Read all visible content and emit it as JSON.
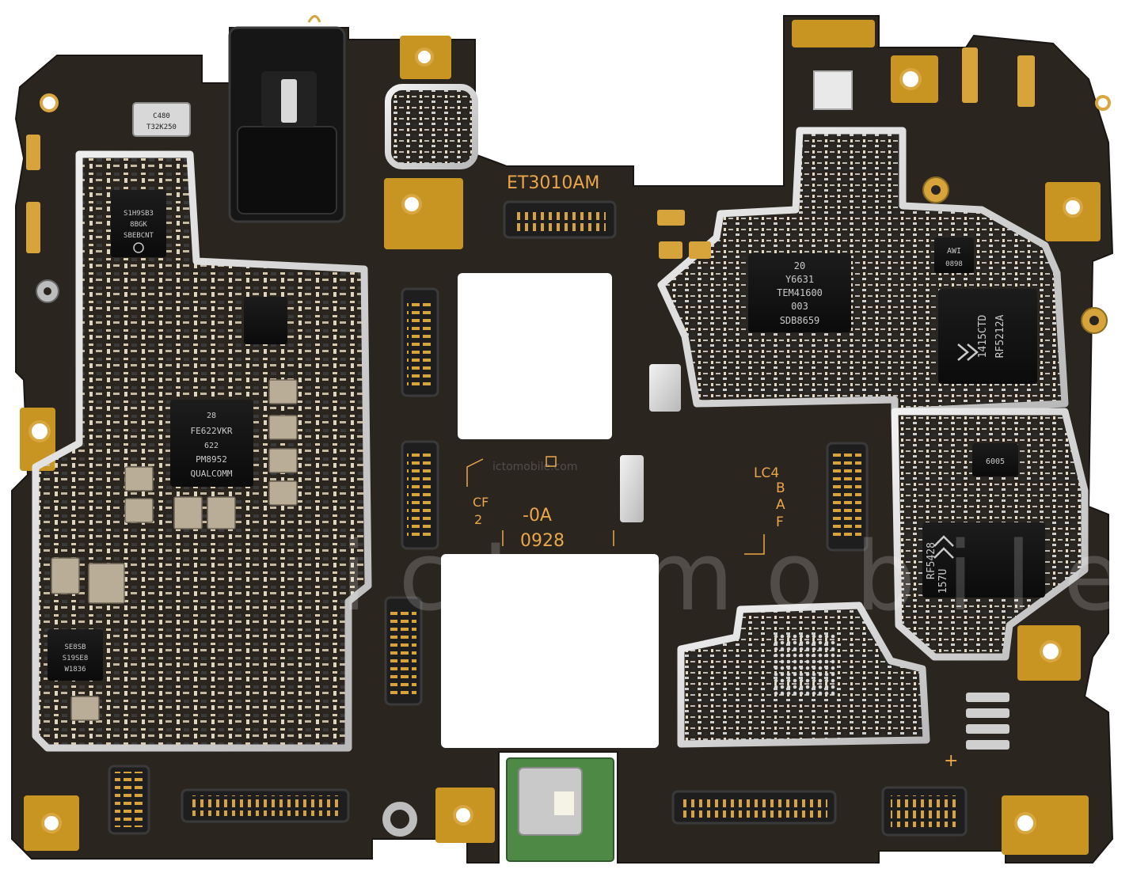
{
  "board": {
    "silkscreen": {
      "board_id": "ET3010AM",
      "rev": "-0A",
      "date_code": "0928",
      "cf": "CF",
      "cf_num": "2",
      "lc4": "LC4",
      "b": "B",
      "a": "A",
      "f": "F",
      "plus": "+"
    },
    "chips": {
      "pmic_1": "QUALCOMM",
      "pmic_2": "PM8952",
      "pmic_3": "FE622VKR",
      "pmic_4": "28",
      "pmic_5": "622",
      "rf_a_1": "20",
      "rf_a_2": "Y6631",
      "rf_a_3": "TEM41600",
      "rf_a_4": "003",
      "rf_a_5": "SDB8659",
      "rf_b_1": "RF5212A",
      "rf_b_2": "1415CTD",
      "rf_c_1": "RF5428",
      "rf_c_2": "157U",
      "small_1_1": "S1H9SB3",
      "small_1_2": "8BGK",
      "small_1_3": "SBEBCNT",
      "small_2_1": "W1836",
      "small_2_2": "S19SE8",
      "small_2_3": "SE8SB",
      "awi_1": "AWI",
      "awi_2": "0898",
      "chip_6005": "6005",
      "crystal_1": "C480",
      "crystal_2": "T32K250"
    },
    "watermark": "ictomobile",
    "watermark_url": "ictomobile.com"
  }
}
